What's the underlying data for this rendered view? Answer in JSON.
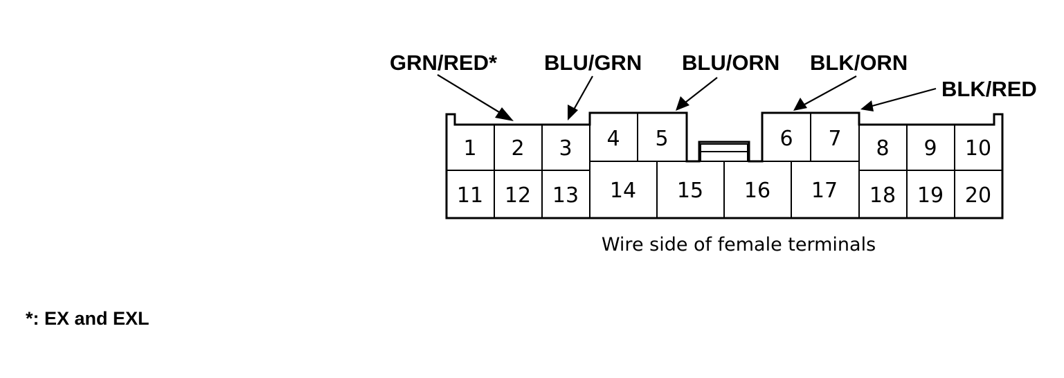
{
  "wire_labels": [
    {
      "text": "GRN/RED*",
      "pin": 2
    },
    {
      "text": "BLU/GRN",
      "pin": 3
    },
    {
      "text": "BLU/ORN",
      "pin": 5
    },
    {
      "text": "BLK/ORN",
      "pin": 6
    },
    {
      "text": "BLK/RED",
      "pin": 8
    }
  ],
  "pins_top": [
    "1",
    "2",
    "3",
    "4",
    "5",
    "6",
    "7",
    "8",
    "9",
    "10"
  ],
  "pins_bottom": [
    "11",
    "12",
    "13",
    "14",
    "15",
    "16",
    "17",
    "18",
    "19",
    "20"
  ],
  "caption": "Wire side of female terminals",
  "footnote": "*: EX and EXL"
}
